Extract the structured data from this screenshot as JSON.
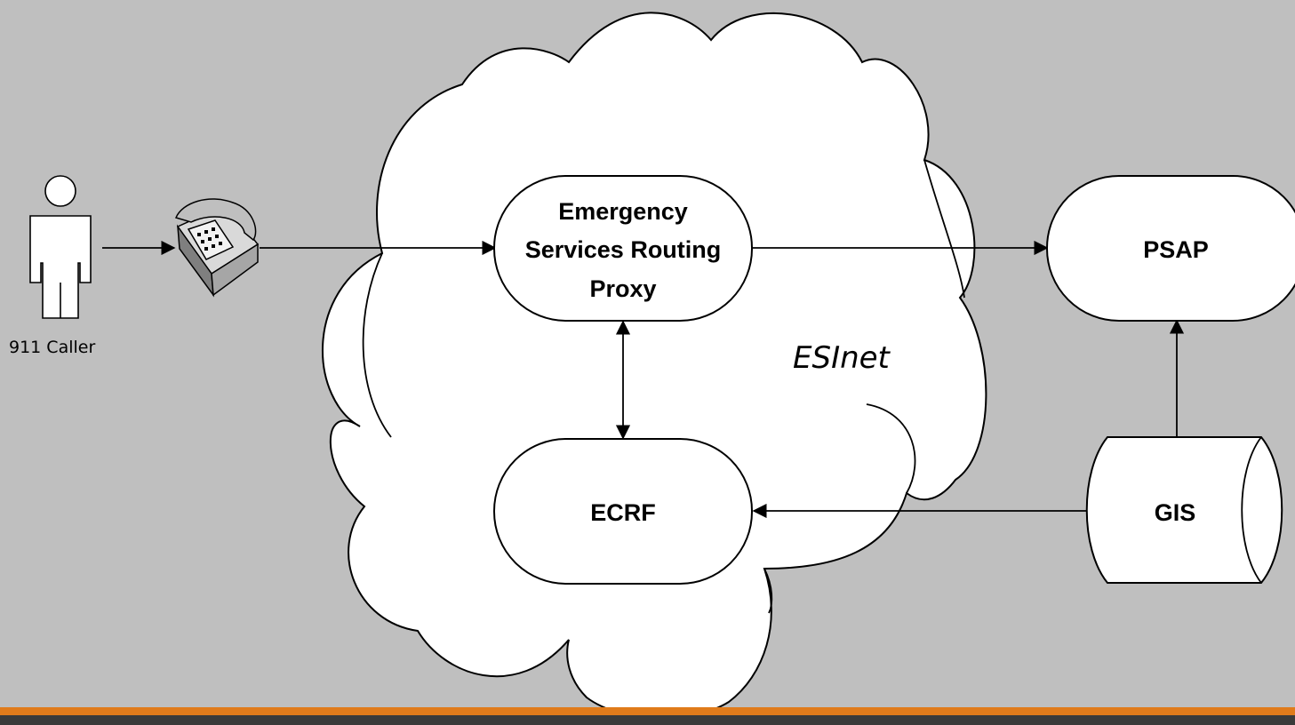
{
  "caller": {
    "label": "911 Caller"
  },
  "esrp": {
    "line1": "Emergency",
    "line2": "Services Routing",
    "line3": "Proxy"
  },
  "psap": {
    "label": "PSAP"
  },
  "ecrf": {
    "label": "ECRF"
  },
  "gis": {
    "label": "GIS"
  },
  "network": {
    "label": "ESInet"
  },
  "colors": {
    "background": "#bfbfbf",
    "footer_accent": "#e07b1b",
    "footer_dark": "#3a3a3a"
  }
}
